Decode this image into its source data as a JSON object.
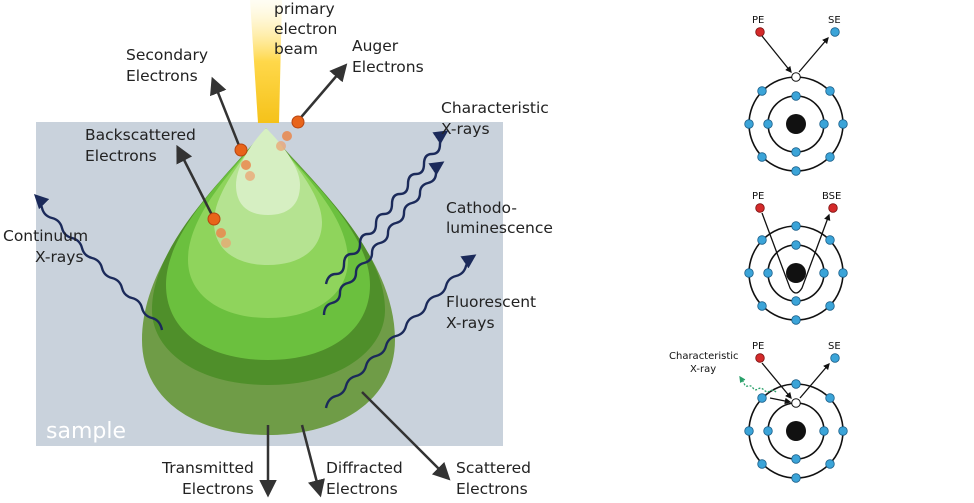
{
  "left_diagram": {
    "sample_label": "sample",
    "beam_label": [
      "primary",
      "electron",
      "beam"
    ],
    "secondary_electrons": [
      "Secondary",
      "Electrons"
    ],
    "auger_electrons": [
      "Auger",
      "Electrons"
    ],
    "backscattered_electrons": [
      "Backscattered",
      "Electrons"
    ],
    "characteristic_xrays": [
      "Characteristic",
      "X-rays"
    ],
    "continuum_xrays": [
      "Continuum",
      "X-rays"
    ],
    "cathodoluminescence": [
      "Cathodo-",
      "luminescence"
    ],
    "fluorescent_xrays": [
      "Fluorescent",
      "X-rays"
    ],
    "transmitted_electrons": [
      "Transmitted",
      "Electrons"
    ],
    "diffracted_electrons": [
      "Diffracted",
      "Electrons"
    ],
    "scattered_electrons": [
      "Scattered",
      "Electrons"
    ]
  },
  "right_diagram": {
    "panel1": {
      "pe": "PE",
      "out": "SE"
    },
    "panel2": {
      "pe": "PE",
      "out": "BSE"
    },
    "panel3": {
      "pe": "PE",
      "out": "SE",
      "xray": [
        "Characteristic",
        "X-ray"
      ]
    }
  },
  "colors": {
    "sample_bg": "#c9d2dc",
    "arrow": "#333333",
    "wave": "#1b2a5a",
    "electron_orange": "#e8641a",
    "shell_electron": "#3ba4d8",
    "pe_red": "#d42a2a",
    "xray_green": "#2aa06a"
  }
}
